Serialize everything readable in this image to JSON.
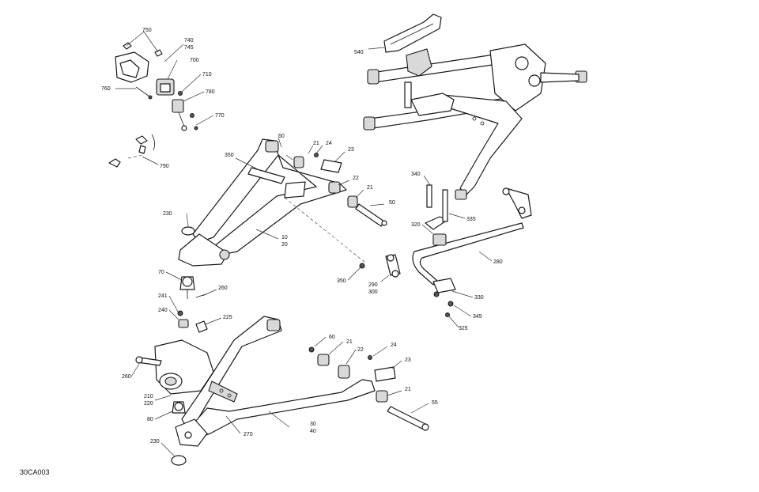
{
  "figure_ref": "30CA003",
  "callouts": {
    "c750": "750",
    "c740": "740",
    "c745": "745",
    "c700": "700",
    "c710": "710",
    "c760": "760",
    "c780": "780",
    "c770": "770",
    "c790": "790",
    "c540": "540",
    "c60a": "60",
    "c21a": "21",
    "c24a": "24",
    "c23a": "23",
    "c350a": "350",
    "c22a": "22",
    "c21b": "21",
    "c50": "50",
    "c230a": "230",
    "c10": "10",
    "c20": "20",
    "c340": "340",
    "c335": "335",
    "c320": "320",
    "c280": "280",
    "c70": "70",
    "c260a": "260",
    "c241": "241",
    "c240": "240",
    "c225": "225",
    "c350b": "350",
    "c290": "290",
    "c300": "300",
    "c330": "330",
    "c345": "345",
    "c325": "325",
    "c60b": "60",
    "c21c": "21",
    "c22b": "22",
    "c24b": "24",
    "c23b": "23",
    "c21d": "21",
    "c55": "55",
    "c260b": "260",
    "c210": "210",
    "c220": "220",
    "c80": "80",
    "c270": "270",
    "c30": "30",
    "c40": "40",
    "c230b": "230"
  }
}
